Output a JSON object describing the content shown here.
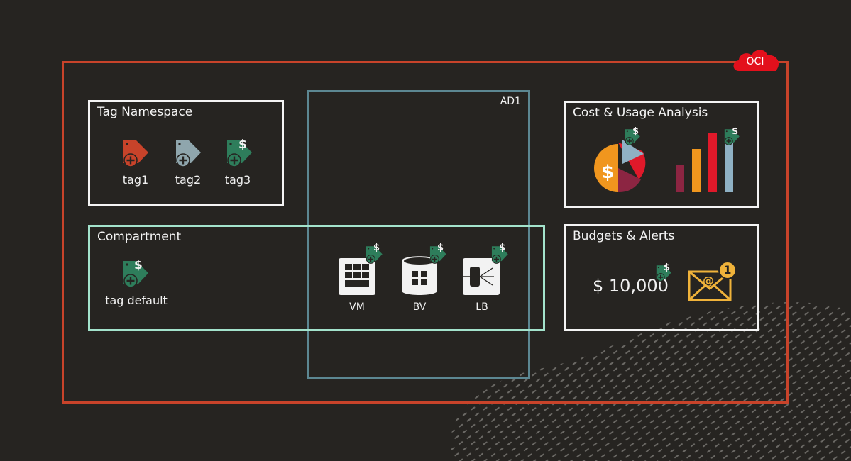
{
  "oci": {
    "badge": "OCI",
    "color": "#c8432a",
    "badge_color": "#e3101c"
  },
  "ad": {
    "label": "AD1",
    "color": "#5c8792"
  },
  "tag_namespace": {
    "title": "Tag Namespace",
    "tags": [
      {
        "label": "tag1",
        "color": "#c8432a",
        "icon": "tag-plus-icon"
      },
      {
        "label": "tag2",
        "color": "#8fa6ad",
        "icon": "tag-plus-icon"
      },
      {
        "label": "tag3",
        "color": "#2e7d5b",
        "icon": "cost-tag-icon"
      }
    ]
  },
  "compartment": {
    "title": "Compartment",
    "color": "#a3e3cc",
    "default_tag": {
      "label": "tag default",
      "icon": "cost-tag-icon"
    },
    "resources": [
      {
        "label": "VM",
        "icon": "vm-icon"
      },
      {
        "label": "BV",
        "icon": "block-volume-icon"
      },
      {
        "label": "LB",
        "icon": "load-balancer-icon"
      }
    ]
  },
  "cost_analysis": {
    "title": "Cost & Usage Analysis",
    "icons": [
      "pie-chart-icon",
      "bar-chart-icon"
    ]
  },
  "budgets": {
    "title": "Budgets & Alerts",
    "amount": "$ 10,000",
    "alert_count": "1",
    "alert_color": "#f0b33a"
  },
  "cost_tag_symbol": "$"
}
